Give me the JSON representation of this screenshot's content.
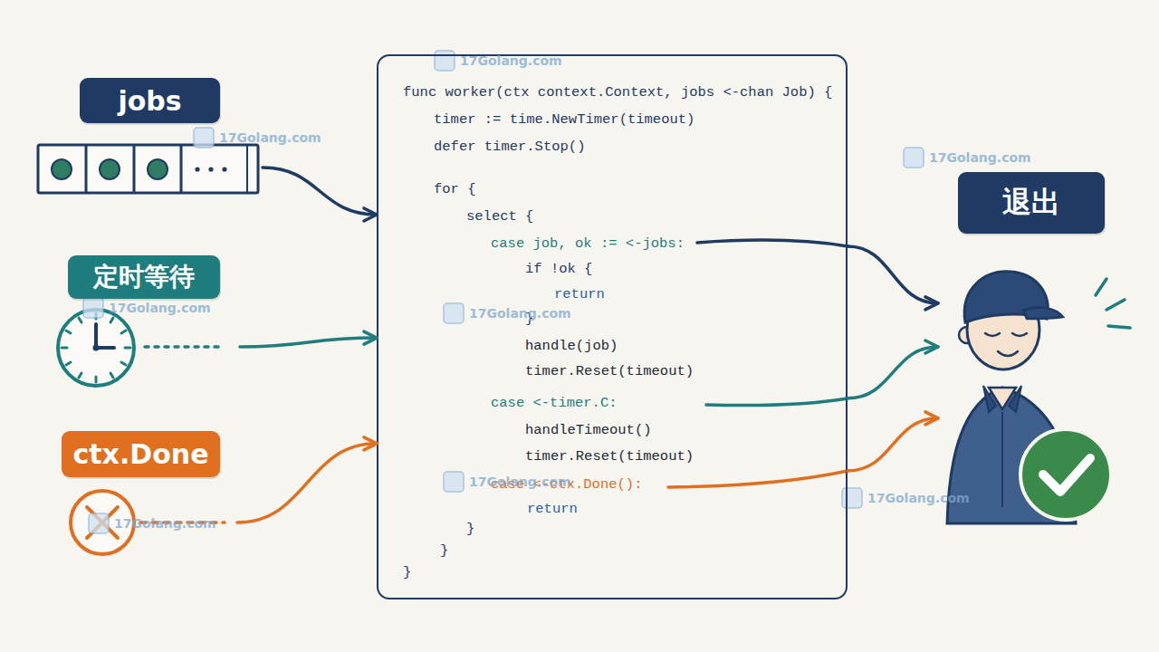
{
  "diagram": {
    "nodes": [
      {
        "text": [
          "jobs"
        ]
      },
      {
        "text": [
          "定时等待"
        ]
      },
      {
        "text": [
          "ctx.Done"
        ]
      },
      {
        "text": [
          "func worker(ctx context.Context, jobs <-chan Job) {",
          "timer := time.NewTimer(timeout)",
          "defer timer.Stop()",
          "for {",
          "select {",
          "case job, ok := <-jobs:",
          "if !ok {",
          "return",
          "}",
          "handle(job)",
          "timer.Reset(timeout)",
          "case <-timer.C:",
          "handleTimeout()",
          "timer.Reset(timeout)",
          "case <-ctx.Done():",
          "return",
          "}",
          "}",
          "}"
        ]
      },
      {
        "text": [
          "退出"
        ]
      }
    ],
    "edges": [
      {
        "from": 0,
        "to": 3,
        "arrow": "to"
      },
      {
        "from": 1,
        "to": 3,
        "arrow": "to"
      },
      {
        "from": 2,
        "to": 3,
        "arrow": "to"
      },
      {
        "from": 3,
        "to": 4,
        "arrow": "to"
      },
      {
        "from": 3,
        "to": 4,
        "arrow": "to"
      },
      {
        "from": 3,
        "to": 4,
        "arrow": "to"
      }
    ],
    "labels": [
      "17Golang.com",
      "17Golang.com",
      "17Golang.com",
      "17Golang.com",
      "17Golang.com",
      "17Golang.com",
      "17Golang.com",
      "17Golang.com"
    ]
  }
}
